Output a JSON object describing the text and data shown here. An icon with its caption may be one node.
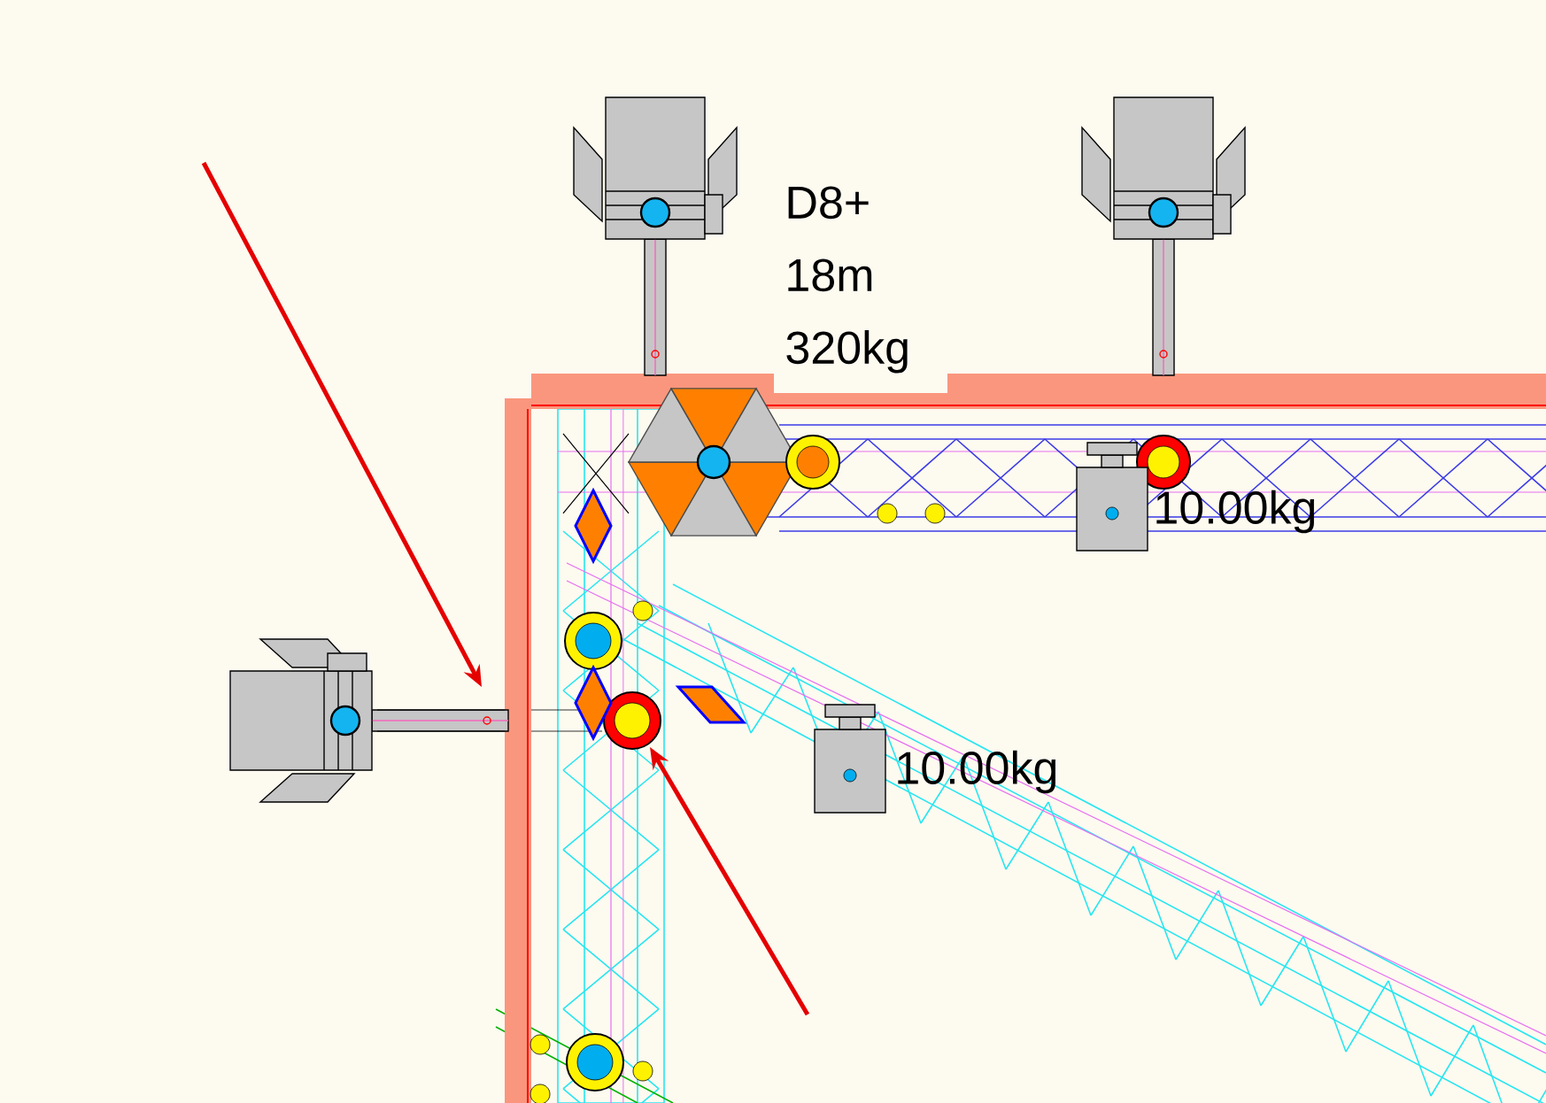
{
  "diagram": {
    "labels": [
      "D8+ 18m 320kg",
      "10.00kg",
      "10.00kg"
    ]
  }
}
